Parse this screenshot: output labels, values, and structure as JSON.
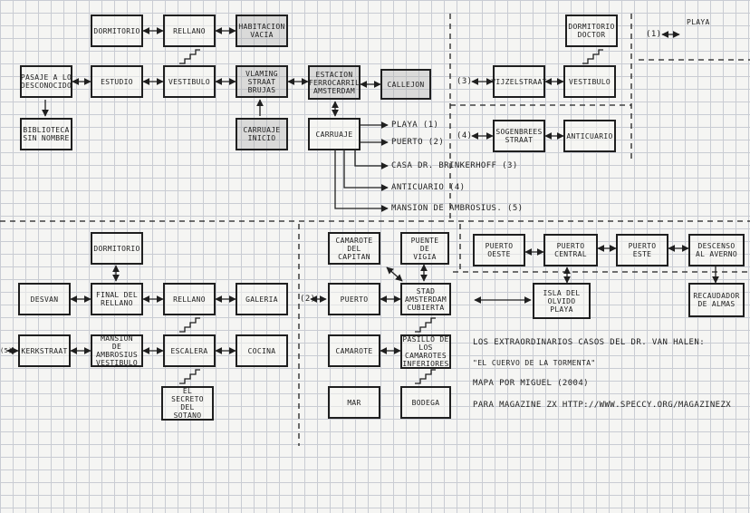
{
  "rooms": [
    {
      "id": "dormitorio-1",
      "label": "DORMITORIO"
    },
    {
      "id": "rellano-1",
      "label": "RELLANO"
    },
    {
      "id": "habitacion-vacia",
      "label": "HABITACION\nVACIA"
    },
    {
      "id": "pasaje",
      "label": "PASAJE A LO\nDESCONOCIDO"
    },
    {
      "id": "estudio",
      "label": "ESTUDIO"
    },
    {
      "id": "vestibulo-1",
      "label": "VESTIBULO"
    },
    {
      "id": "vlaming",
      "label": "VLAMING\nSTRAAT\nBRUJAS"
    },
    {
      "id": "estacion",
      "label": "ESTACION\nFERROCARRIL\nAMSTERDAM"
    },
    {
      "id": "callejon",
      "label": "CALLEJON"
    },
    {
      "id": "biblioteca",
      "label": "BIBLIOTECA\nSIN NOMBRE"
    },
    {
      "id": "carruaje-inicio",
      "label": "CARRUAJE\nINICIO"
    },
    {
      "id": "carruaje",
      "label": "CARRUAJE"
    },
    {
      "id": "dormitorio-doctor",
      "label": "DORMITORIO\nDOCTOR"
    },
    {
      "id": "vijzelstraat",
      "label": "VIJZELSTRAAT"
    },
    {
      "id": "vestibulo-2",
      "label": "VESTIBULO"
    },
    {
      "id": "sogenbrees",
      "label": "SOGENBREES\nSTRAAT"
    },
    {
      "id": "anticuario-room",
      "label": "ANTICUARIO"
    },
    {
      "id": "dormitorio-2",
      "label": "DORMITORIO"
    },
    {
      "id": "desvan",
      "label": "DESVAN"
    },
    {
      "id": "final-rellano",
      "label": "FINAL DEL\nRELLANO"
    },
    {
      "id": "rellano-2",
      "label": "RELLANO"
    },
    {
      "id": "galeria",
      "label": "GALERIA"
    },
    {
      "id": "kerkstraat",
      "label": "KERKSTRAAT"
    },
    {
      "id": "mansion-vestibulo",
      "label": "MANSION DE\nAMBROSIUS\nVESTIBULO"
    },
    {
      "id": "escalera",
      "label": "ESCALERA"
    },
    {
      "id": "cocina",
      "label": "COCINA"
    },
    {
      "id": "secreto-sotano",
      "label": "EL SECRETO\nDEL\nSOTANO"
    },
    {
      "id": "camarote-capitan",
      "label": "CAMAROTE\nDEL CAPITAN"
    },
    {
      "id": "puente-vigia",
      "label": "PUENTE DE\nVIGIA"
    },
    {
      "id": "puerto",
      "label": "PUERTO"
    },
    {
      "id": "stad-amsterdam",
      "label": "STAD AMSTERDAM\nCUBIERTA"
    },
    {
      "id": "camarote",
      "label": "CAMAROTE"
    },
    {
      "id": "pasillo-camarotes",
      "label": "PASILLO DE LOS\nCAMAROTES\nINFERIORES"
    },
    {
      "id": "mar",
      "label": "MAR"
    },
    {
      "id": "bodega",
      "label": "BODEGA"
    },
    {
      "id": "puerto-oeste",
      "label": "PUERTO\nOESTE"
    },
    {
      "id": "puerto-central",
      "label": "PUERTO\nCENTRAL"
    },
    {
      "id": "puerto-este",
      "label": "PUERTO\nESTE"
    },
    {
      "id": "descenso-averno",
      "label": "DESCENSO\nAL AVERNO"
    },
    {
      "id": "isla-olvido",
      "label": "ISLA DEL\nOLVIDO\nPLAYA"
    },
    {
      "id": "recaudador-almas",
      "label": "RECAUDADOR\nDE ALMAS"
    }
  ],
  "destinations": [
    {
      "id": "dest-playa",
      "label": "PLAYA (1)"
    },
    {
      "id": "dest-puerto",
      "label": "PUERTO (2)"
    },
    {
      "id": "dest-casa",
      "label": "CASA DR. BRINKERHOFF (3)"
    },
    {
      "id": "dest-anticuario",
      "label": "ANTICUARIO (4)"
    },
    {
      "id": "dest-mansion",
      "label": "MANSION DE AMBROSIUS. (5)"
    }
  ],
  "markers": {
    "m1": "(1)",
    "playa": "PLAYA",
    "m3": "(3)",
    "m4": "(4)",
    "m2": "(2)",
    "m5": "(5)"
  },
  "credits": {
    "line1": "LOS EXTRAORDINARIOS CASOS DEL DR. VAN HALEN:",
    "line2": "\"EL CUERVO DE LA TORMENTA\"",
    "line3": "MAPA POR MIGUEL (2004)",
    "line4": "PARA MAGAZINE ZX   HTTP://WWW.SPECCY.ORG/MAGAZINEZX"
  }
}
